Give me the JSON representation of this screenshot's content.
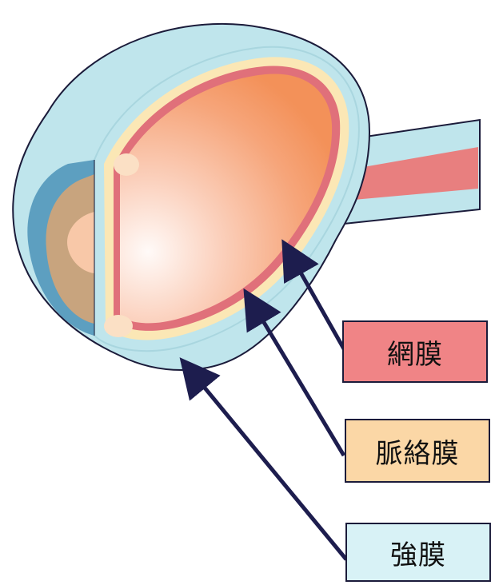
{
  "labels": {
    "retina": "網膜",
    "choroid": "脈絡膜",
    "sclera": "強膜"
  },
  "colors": {
    "sclera": "#bfe5ec",
    "sclera_edge": "#1b1b3a",
    "choroid": "#fbe7b5",
    "retina": "#e0707a",
    "vitreous_center": "#fff8f4",
    "vitreous_edge": "#f49561",
    "cornea_outer": "#5d9fc0",
    "iris": "#c8a47e",
    "lens": "#f8c8a8",
    "optic_nerve": "#e87f7f",
    "arrow": "#1d1d4e",
    "label_retina_bg": "#f08486",
    "label_choroid_bg": "#fbd7a6",
    "label_sclera_bg": "#d8f2f6"
  }
}
